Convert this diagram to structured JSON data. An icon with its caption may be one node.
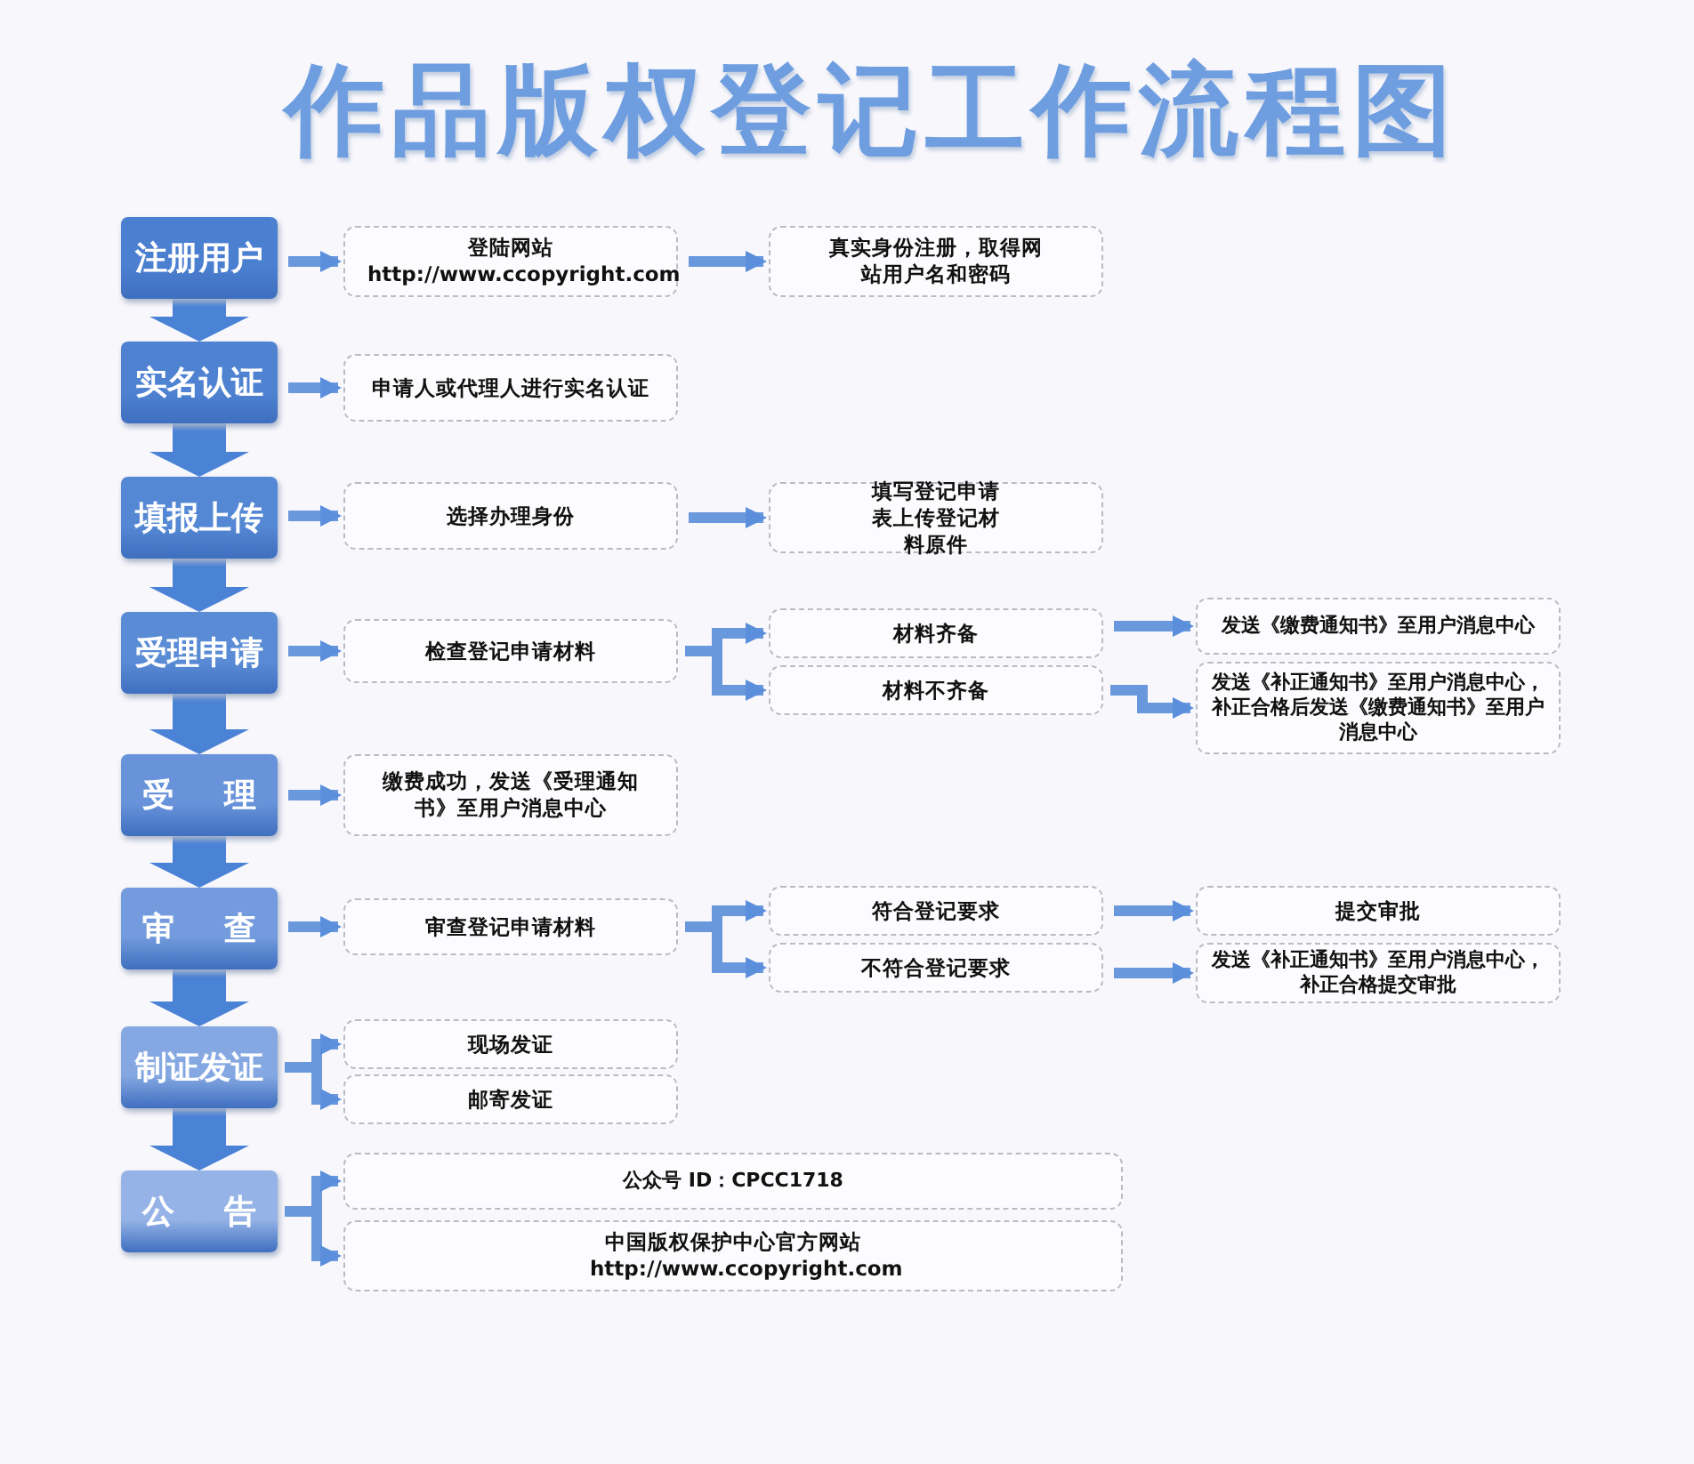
{
  "diagram": {
    "title": "作品版权登记工作流程图",
    "nodes": [
      {
        "text": [
          "注册用户"
        ]
      },
      {
        "text": [
          "登陆网站 http://www.ccopyright.com"
        ]
      },
      {
        "text": [
          "真实身份注册，取得网站用户名和密码"
        ]
      },
      {
        "text": [
          "实名认证"
        ]
      },
      {
        "text": [
          "申请人或代理人进行实名认证"
        ]
      },
      {
        "text": [
          "填报上传"
        ]
      },
      {
        "text": [
          "选择办理身份"
        ]
      },
      {
        "text": [
          "填写登记申请表上传登记材料原件"
        ]
      },
      {
        "text": [
          "受理申请"
        ]
      },
      {
        "text": [
          "检查登记申请材料"
        ]
      },
      {
        "text": [
          "材料齐备"
        ]
      },
      {
        "text": [
          "材料不齐备"
        ]
      },
      {
        "text": [
          "发送《缴费通知书》至用户消息中心"
        ]
      },
      {
        "text": [
          "发送《补正通知书》至用户消息中心，补正合格后发送《缴费通知书》至用户消息中心"
        ]
      },
      {
        "text": [
          "受 理"
        ]
      },
      {
        "text": [
          "缴费成功，发送《受理通知书》至用户消息中心"
        ]
      },
      {
        "text": [
          "审 查"
        ]
      },
      {
        "text": [
          "审查登记申请材料"
        ]
      },
      {
        "text": [
          "符合登记要求"
        ]
      },
      {
        "text": [
          "不符合登记要求"
        ]
      },
      {
        "text": [
          "提交审批"
        ]
      },
      {
        "text": [
          "发送《补正通知书》至用户消息中心，补正合格提交审批"
        ]
      },
      {
        "text": [
          "制证发证"
        ]
      },
      {
        "text": [
          "现场发证"
        ]
      },
      {
        "text": [
          "邮寄发证"
        ]
      },
      {
        "text": [
          "公 告"
        ]
      },
      {
        "text": [
          "公众号 ID：CPCC1718"
        ]
      },
      {
        "text": [
          "中国版权保护中心官方网站 http://www.ccopyright.com"
        ]
      }
    ],
    "edges": [
      {
        "from": 0,
        "to": 3,
        "arrow": "to",
        "style": "thick"
      },
      {
        "from": 3,
        "to": 5,
        "arrow": "to",
        "style": "thick"
      },
      {
        "from": 5,
        "to": 8,
        "arrow": "to",
        "style": "thick"
      },
      {
        "from": 8,
        "to": 14,
        "arrow": "to",
        "style": "thick"
      },
      {
        "from": 14,
        "to": 16,
        "arrow": "to",
        "style": "thick"
      },
      {
        "from": 16,
        "to": 22,
        "arrow": "to",
        "style": "thick"
      },
      {
        "from": 22,
        "to": 25,
        "arrow": "to",
        "style": "thick"
      },
      {
        "from": 0,
        "to": 1,
        "arrow": "to"
      },
      {
        "from": 1,
        "to": 2,
        "arrow": "to"
      },
      {
        "from": 3,
        "to": 4,
        "arrow": "to"
      },
      {
        "from": 5,
        "to": 6,
        "arrow": "to"
      },
      {
        "from": 6,
        "to": 7,
        "arrow": "to"
      },
      {
        "from": 8,
        "to": 9,
        "arrow": "to"
      },
      {
        "from": 9,
        "to": 10,
        "arrow": "to"
      },
      {
        "from": 9,
        "to": 11,
        "arrow": "to"
      },
      {
        "from": 10,
        "to": 12,
        "arrow": "to"
      },
      {
        "from": 11,
        "to": 13,
        "arrow": "to"
      },
      {
        "from": 14,
        "to": 15,
        "arrow": "to"
      },
      {
        "from": 16,
        "to": 17,
        "arrow": "to"
      },
      {
        "from": 17,
        "to": 18,
        "arrow": "to"
      },
      {
        "from": 17,
        "to": 19,
        "arrow": "to"
      },
      {
        "from": 18,
        "to": 20,
        "arrow": "to"
      },
      {
        "from": 19,
        "to": 21,
        "arrow": "to"
      },
      {
        "from": 22,
        "to": 23,
        "arrow": "to"
      },
      {
        "from": 22,
        "to": 24,
        "arrow": "to"
      },
      {
        "from": 25,
        "to": 26,
        "arrow": "to"
      },
      {
        "from": 25,
        "to": 27,
        "arrow": "to"
      }
    ]
  }
}
